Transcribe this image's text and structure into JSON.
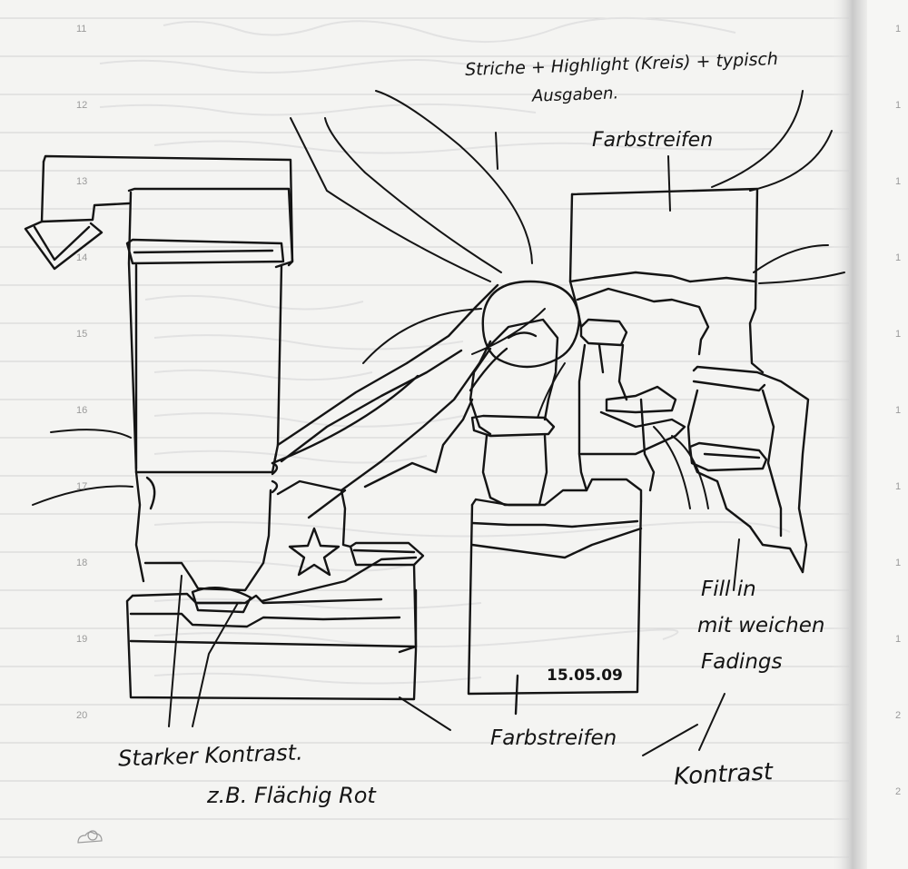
{
  "notebook": {
    "line_numbers": [
      "11",
      "12",
      "13",
      "14",
      "15",
      "16",
      "17",
      "18",
      "19",
      "20"
    ],
    "right_page_numbers": [
      "1",
      "1",
      "1",
      "1",
      "1",
      "1",
      "1",
      "1",
      "1",
      "2",
      "2"
    ],
    "weather_icon": "cloud-sun-icon",
    "colors": {
      "paper": "#f4f4f2",
      "rule": "#d2d2d2",
      "ink": "#141414",
      "binding": "#cfcfcf"
    }
  },
  "annotations": {
    "strokes_highlight": "Striche + Highlight (Kreis) + typisch",
    "strokes_highlight_line2": "Ausgaben.",
    "color_stripe_top": "Farbstreifen",
    "color_stripe_bottom": "Farbstreifen",
    "fill_in_1": "Fill in",
    "fill_in_2": "mit weichen",
    "fill_in_3": "Fadings",
    "contrast": "Kontrast",
    "strong_contrast_1": "Starker Kontrast.",
    "strong_contrast_2": "z.B. Flächig Rot",
    "date": "15.05.09"
  }
}
